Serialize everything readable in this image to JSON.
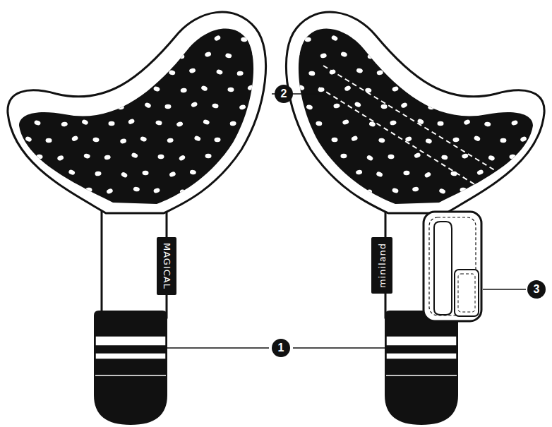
{
  "diagram": {
    "nodes": [
      {
        "text": [
          "MAGICAL"
        ]
      },
      {
        "text": [
          "miniland"
        ]
      }
    ],
    "labels": [
      "2",
      "3",
      "1"
    ]
  }
}
